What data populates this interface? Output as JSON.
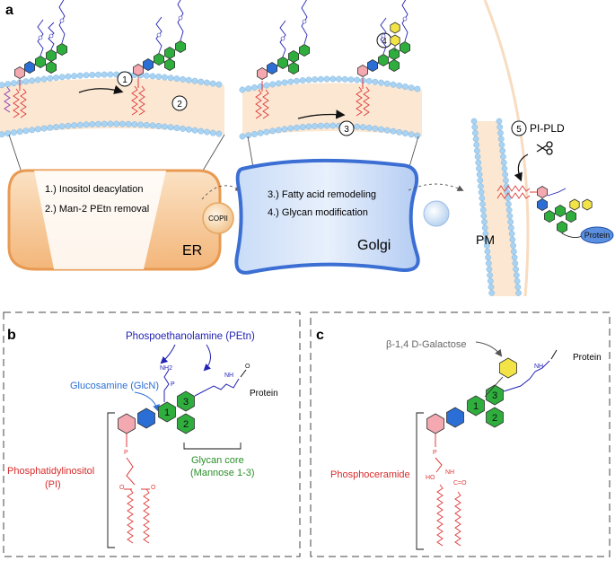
{
  "panel_a": {
    "letter": "a",
    "protein_label": "Protein",
    "steps": {
      "n1": "1",
      "n2": "2",
      "n3": "3",
      "n4": "4",
      "n5": "5",
      "step5_label": "PI-PLD"
    },
    "er": {
      "line1": "1.) Inositol deacylation",
      "line2": "2.) Man-2 PEtn removal",
      "label": "ER"
    },
    "copii": "COPII",
    "golgi": {
      "line1": "3.) Fatty acid remodeling",
      "line2": "4.) Glycan modification",
      "label": "Golgi"
    },
    "pm": "PM"
  },
  "panel_b": {
    "letter": "b",
    "petn": "Phospoethanolamine (PEtn)",
    "glcn": "Glucosamine (GlcN)",
    "protein": "Protein",
    "pi_line1": "Phosphatidylinositol",
    "pi_line2": "(PI)",
    "core_line1": "Glycan core",
    "core_line2": "(Mannose 1-3)",
    "man": [
      "1",
      "2",
      "3"
    ],
    "nh2": "NH2",
    "nh": "NH",
    "o": "O",
    "p": "P"
  },
  "panel_c": {
    "letter": "c",
    "galactose": "β-1,4 D-Galactose",
    "protein": "Protein",
    "phosphoceramide": "Phosphoceramide",
    "man": [
      "1",
      "2",
      "3"
    ],
    "ho": "HO",
    "nh": "NH",
    "co": "C=O"
  },
  "colors": {
    "inositol": "#f4a8b0",
    "glcn": "#2b6fd6",
    "mannose": "#2fae3e",
    "galactose": "#f2e447",
    "protein": "#5b8fe0",
    "lipid": "#e03a3a",
    "petn": "#2323b5",
    "er": "#f6c08a",
    "golgi": "#7aa6ea",
    "membrane": "#a9d3f2"
  }
}
